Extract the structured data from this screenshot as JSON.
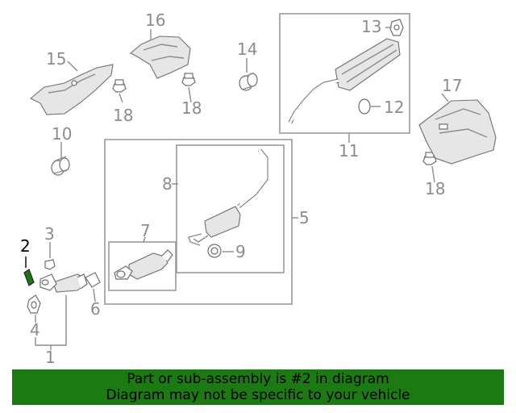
{
  "callouts": {
    "c1": "1",
    "c2": "2",
    "c3": "3",
    "c4": "4",
    "c5": "5",
    "c6": "6",
    "c7": "7",
    "c8": "8",
    "c9": "9",
    "c10": "10",
    "c11": "11",
    "c12": "12",
    "c13": "13",
    "c14": "14",
    "c15": "15",
    "c16": "16",
    "c17": "17",
    "c18a": "18",
    "c18b": "18",
    "c18c": "18"
  },
  "highlight": {
    "part": "2",
    "color": "#1b7a12"
  },
  "banner": {
    "line1": "Part or sub-assembly is #2 in diagram",
    "line2": "Diagram may not be specific to your vehicle",
    "color": "#1b7a12"
  }
}
